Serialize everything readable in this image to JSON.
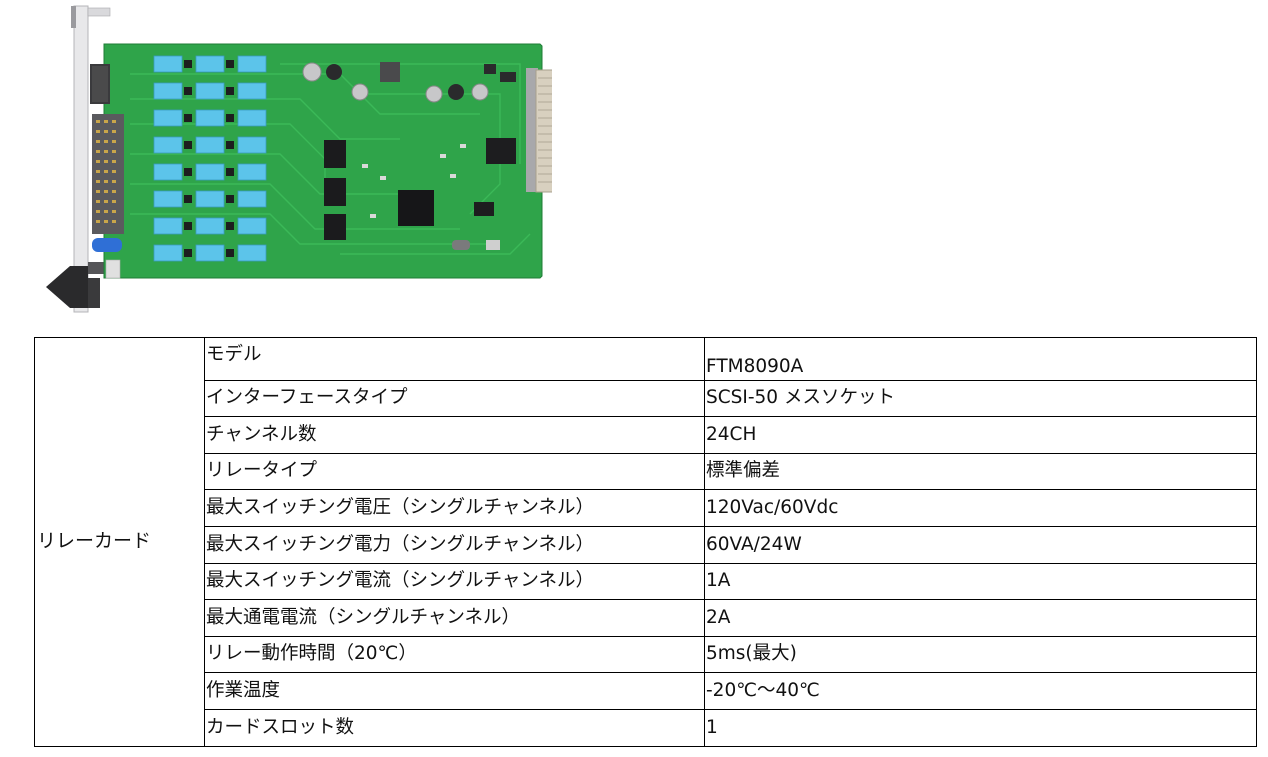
{
  "product": {
    "category": "リレーカード",
    "image_icon": "relay-card-pcb-photo"
  },
  "specs": [
    {
      "label": "モデル",
      "value": "FTM8090A"
    },
    {
      "label": "インターフェースタイプ",
      "value": "SCSI-50 メスソケット"
    },
    {
      "label": "チャンネル数",
      "value": "24CH"
    },
    {
      "label": "リレータイプ",
      "value": "標準偏差"
    },
    {
      "label": "最大スイッチング電圧（シングルチャンネル）",
      "value": "120Vac/60Vdc"
    },
    {
      "label": "最大スイッチング電力（シングルチャンネル）",
      "value": "60VA/24W"
    },
    {
      "label": "最大スイッチング電流（シングルチャンネル）",
      "value": "1A"
    },
    {
      "label": "最大通電電流（シングルチャンネル）",
      "value": "2A"
    },
    {
      "label": "リレー動作時間（20℃）",
      "value": "5ms(最大)"
    },
    {
      "label": "作業温度",
      "value": "-20℃～40℃"
    },
    {
      "label": "カードスロット数",
      "value": "1"
    }
  ],
  "colors": {
    "pcb_green": "#2fa44a",
    "relay_blue": "#5cc4ea",
    "border": "#000000"
  }
}
